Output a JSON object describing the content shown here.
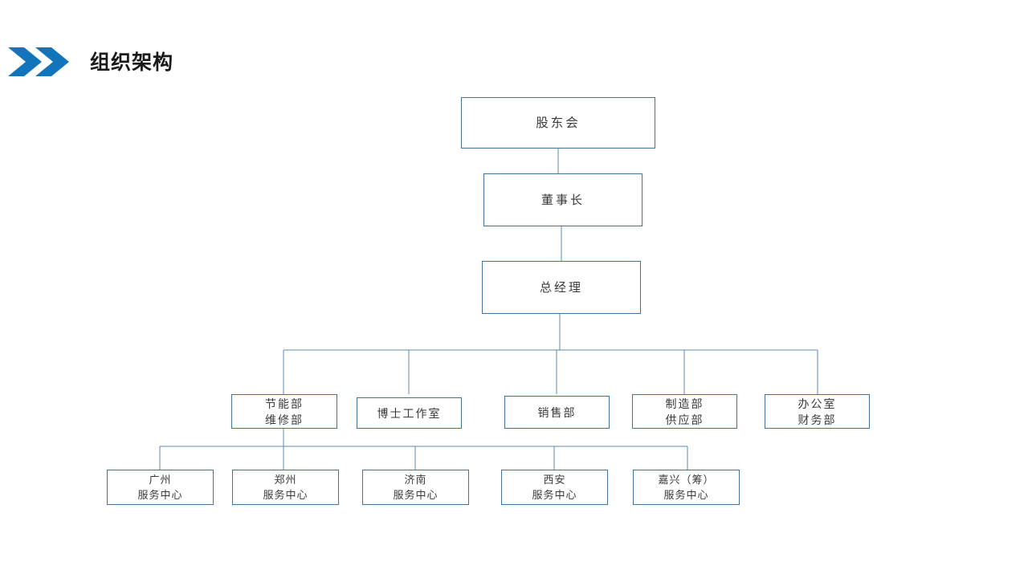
{
  "header": {
    "title": "组织架构",
    "chevron_icon": "double-chevron-right-icon",
    "accent_color": "#1275bc",
    "title_color": "#1b1b1b"
  },
  "chart_data": {
    "type": "diagram",
    "title": "组织架构",
    "node_border_color": "#41719c",
    "connector_color": "#5b8bb5",
    "levels": [
      {
        "level": 1,
        "nodes": [
          {
            "id": "shareholders",
            "label": "股东会"
          }
        ]
      },
      {
        "level": 2,
        "nodes": [
          {
            "id": "chairman",
            "label": "董事长"
          }
        ]
      },
      {
        "level": 3,
        "nodes": [
          {
            "id": "general-manager",
            "label": "总经理"
          }
        ]
      },
      {
        "level": 4,
        "nodes": [
          {
            "id": "energy-maintenance",
            "label": "节能部\n维修部"
          },
          {
            "id": "doctoral-studio",
            "label": "博士工作室"
          },
          {
            "id": "sales",
            "label": "销售部"
          },
          {
            "id": "manufacturing-supply",
            "label": "制造部\n供应部"
          },
          {
            "id": "office-finance",
            "label": "办公室\n财务部"
          }
        ]
      },
      {
        "level": 5,
        "nodes": [
          {
            "id": "guangzhou",
            "label": "广州\n服务中心"
          },
          {
            "id": "zhengzhou",
            "label": "郑州\n服务中心"
          },
          {
            "id": "jinan",
            "label": "济南\n服务中心"
          },
          {
            "id": "xian",
            "label": "西安\n服务中心"
          },
          {
            "id": "jiaxing",
            "label": "嘉兴（筹）\n服务中心"
          }
        ]
      }
    ],
    "edges": [
      {
        "from": "shareholders",
        "to": "chairman"
      },
      {
        "from": "chairman",
        "to": "general-manager"
      },
      {
        "from": "general-manager",
        "to": "energy-maintenance"
      },
      {
        "from": "general-manager",
        "to": "doctoral-studio"
      },
      {
        "from": "general-manager",
        "to": "sales"
      },
      {
        "from": "general-manager",
        "to": "manufacturing-supply"
      },
      {
        "from": "general-manager",
        "to": "office-finance"
      },
      {
        "from": "energy-maintenance",
        "to": "guangzhou"
      },
      {
        "from": "energy-maintenance",
        "to": "zhengzhou"
      },
      {
        "from": "energy-maintenance",
        "to": "jinan"
      },
      {
        "from": "energy-maintenance",
        "to": "xian"
      },
      {
        "from": "energy-maintenance",
        "to": "jiaxing"
      }
    ]
  }
}
